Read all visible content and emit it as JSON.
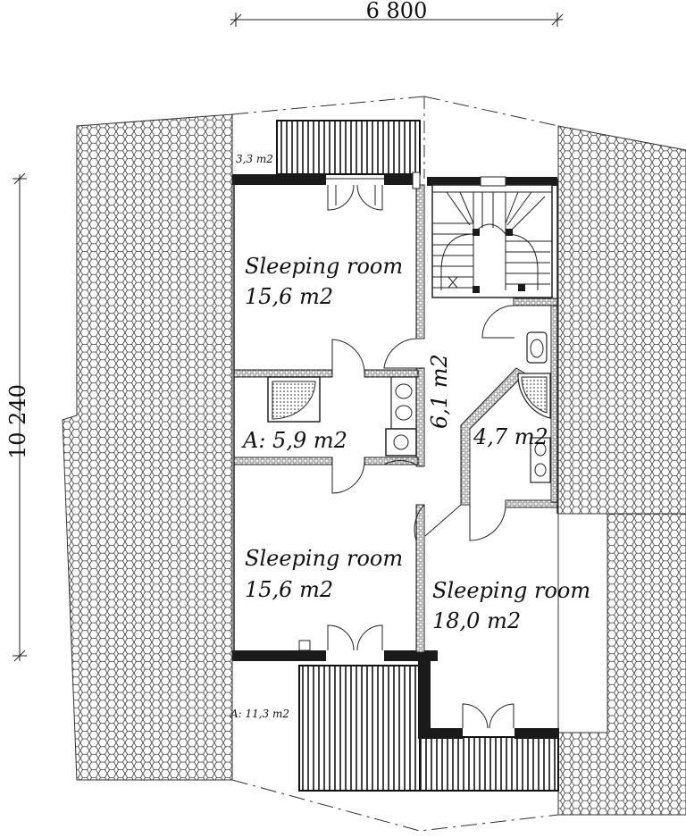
{
  "dimensions": {
    "width": "6 800",
    "height": "10 240"
  },
  "rooms": {
    "sleeping_top": {
      "name": "Sleeping room",
      "area": "15,6 m2"
    },
    "bath_a": {
      "area": "A: 5,9 m2"
    },
    "corridor": {
      "area": "6,1 m2"
    },
    "wc": {
      "area": "4,7 m2"
    },
    "sleeping_bottom_left": {
      "name": "Sleeping room",
      "area": "15,6 m2"
    },
    "sleeping_bottom_right": {
      "name": "Sleeping room",
      "area": "18,0 m2"
    },
    "balcony_top": {
      "area": "3,3 m2"
    },
    "balcony_bottom": {
      "area": "A: 11,3 m2"
    }
  },
  "colors": {
    "wall": "#1a1a1a",
    "line": "#222222",
    "roof_hatch": "#3a3a3a"
  }
}
